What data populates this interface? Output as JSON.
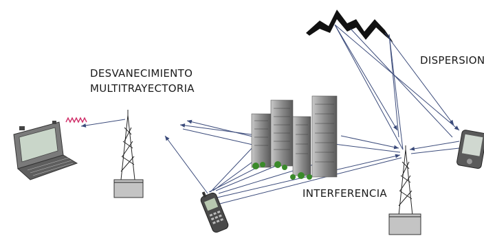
{
  "labels": {
    "fading_line1": "DESVANECIMIENTO",
    "fading_line2": "MULTITRAYECTORIA",
    "scattering": "DISPERSION",
    "interference": "INTERFERENCIA"
  },
  "colors": {
    "signal_line": "#3a4a7a",
    "noise_wave": "#d0306a",
    "mountain": "#111111",
    "building_gray": "#8c8c8c",
    "tree_green": "#3a8a2a"
  },
  "icons": [
    "laptop-icon",
    "antenna-tower-icon",
    "mobile-phone-icon",
    "pda-icon",
    "mountain-icon",
    "buildings-icon"
  ]
}
